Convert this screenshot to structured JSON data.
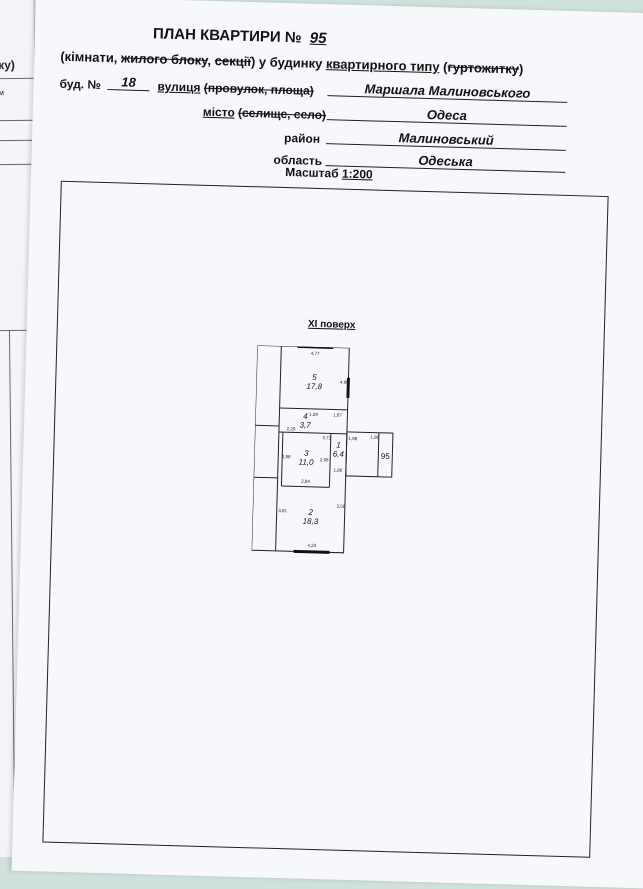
{
  "left_sheet": {
    "top_label": "ку)",
    "small_label": "м"
  },
  "plan": {
    "title_prefix": "ПЛАН КВАРТИРИ №",
    "apartment_number": "95",
    "line1": {
      "part1": "(кімнати, ",
      "struck1": "жилого блоку",
      "part2": ", ",
      "struck2": "секції",
      "part3": ") у будинку ",
      "underlined": "квартирного типу",
      "part4": " (",
      "struck3": "гуртожитку",
      "part5": ")"
    },
    "building_label": "буд. №",
    "building_number": "18",
    "street_label": "вулиця",
    "street_struck": "(провулок, площа)",
    "street_value": "Маршала Малиновського",
    "city_label": "місто",
    "city_struck": "(селище, село)",
    "city_value": "Одеса",
    "district_label": "район",
    "district_value": "Малиновський",
    "region_label": "область",
    "region_value": "Одеська",
    "scale_label": "Масштаб",
    "scale_value": "1:200",
    "floor_label": "ХІ поверх",
    "rooms": [
      {
        "num": "5",
        "area": "17,8"
      },
      {
        "num": "4",
        "area": "3,7"
      },
      {
        "num": "3",
        "area": "11,0"
      },
      {
        "num": "1",
        "area": "6,4"
      },
      {
        "num": "2",
        "area": "18,3"
      }
    ],
    "dimensions": [
      "4,77",
      "4,90",
      "1,67",
      "2,29",
      "1,29",
      "1,80",
      "2,68",
      "3,71",
      "1,88",
      "1,98",
      "2,84",
      "3,58",
      "3,61",
      "4,23",
      "2,88"
    ],
    "neighbor_label": "95"
  }
}
